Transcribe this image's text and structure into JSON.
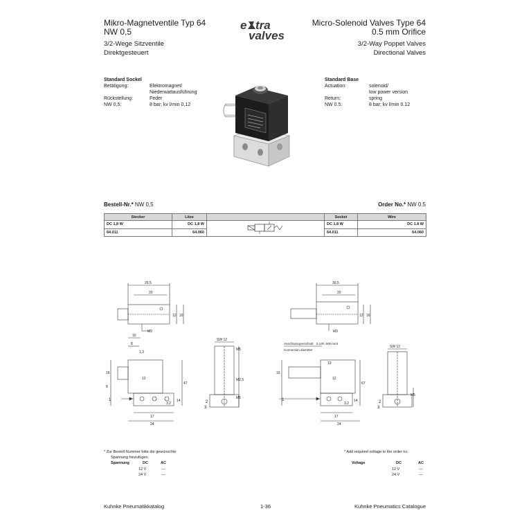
{
  "header": {
    "left_title_1": "Mikro-Magnetventile Typ 64",
    "left_title_2": "NW 0,5",
    "left_sub_1": "3/2-Wege Sitzventile",
    "left_sub_2": "Direktgesteuert",
    "right_title_1": "Micro-Solenoid Valves Type 64",
    "right_title_2": "0.5 mm Orifice",
    "right_sub_1": "3/2-Way Poppet Valves",
    "right_sub_2": "Directional Valves",
    "logo_text": "extra valves"
  },
  "spec_de": {
    "heading": "Standard Sockel",
    "rows": [
      {
        "label": "Betätigung:",
        "value": "Elektromagnet/"
      },
      {
        "label": "",
        "value": "Niederwattausführung"
      },
      {
        "label": "Rückstellung:",
        "value": "Feder"
      },
      {
        "label": "NW 0,5:",
        "value": "8 bar; kv l/min 0,12"
      }
    ]
  },
  "spec_en": {
    "heading": "Standard Base",
    "rows": [
      {
        "label": "Actuation:",
        "value": "solenoid/"
      },
      {
        "label": "",
        "value": "low power version"
      },
      {
        "label": "Return:",
        "value": "spring"
      },
      {
        "label": "NW 0.5:",
        "value": "8 bar; kv l/min 0.12"
      }
    ]
  },
  "order": {
    "left_label": "Bestell-Nr.*",
    "left_value": "NW 0,5",
    "right_label": "Order No.*",
    "right_value": "NW 0.5",
    "headers": [
      "Stecker",
      "Litze",
      "",
      "Socket",
      "Wire"
    ],
    "row1": [
      "DC 1,8 W",
      "DC 1,8 W",
      "",
      "DC 1.8 W",
      "DC 1.8 W"
    ],
    "row2": [
      "64.011",
      "64.060",
      "",
      "64.011",
      "64.060"
    ]
  },
  "drawings": {
    "left_dims": [
      "26,5",
      "20",
      "12",
      "16",
      "M3",
      "10",
      "8",
      "1,3",
      "16",
      "8",
      "47",
      "12",
      "14",
      "3,2",
      "17",
      "24",
      "SW 12",
      "M5",
      "M2,5",
      "M5"
    ],
    "right_dims": [
      "30,5",
      "20",
      "12",
      "16",
      "M3",
      "Anschlussquerschnitt",
      "0,14F, 500 mmt",
      "Connection diameter",
      "19",
      "13",
      "67",
      "12",
      "14",
      "3,2",
      "17",
      "24",
      "SW 12",
      "M5"
    ],
    "port_labels": [
      "1",
      "2",
      "3",
      "1",
      "2",
      "3"
    ]
  },
  "footnote_de": {
    "line1": "*  Zur Bestell-Nummer bitte die gewünschte",
    "line2": "Spannung hinzufügen.",
    "col_label": "Spannung",
    "col_dc": "DC",
    "col_ac": "AC",
    "rows": [
      {
        "v": "12 V",
        "ac": "—"
      },
      {
        "v": "24 V",
        "ac": "—"
      }
    ]
  },
  "footnote_en": {
    "line1": "*  Add required voltage to the order no.",
    "col_label": "Voltage",
    "col_dc": "DC",
    "col_ac": "AC",
    "rows": [
      {
        "v": "12 V",
        "ac": "—"
      },
      {
        "v": "24 V",
        "ac": "—"
      }
    ]
  },
  "footer": {
    "left": "Kuhnke Pneumatikkatalog",
    "center": "1-36",
    "right": "Kuhnke Pneumatics Catalogue"
  }
}
